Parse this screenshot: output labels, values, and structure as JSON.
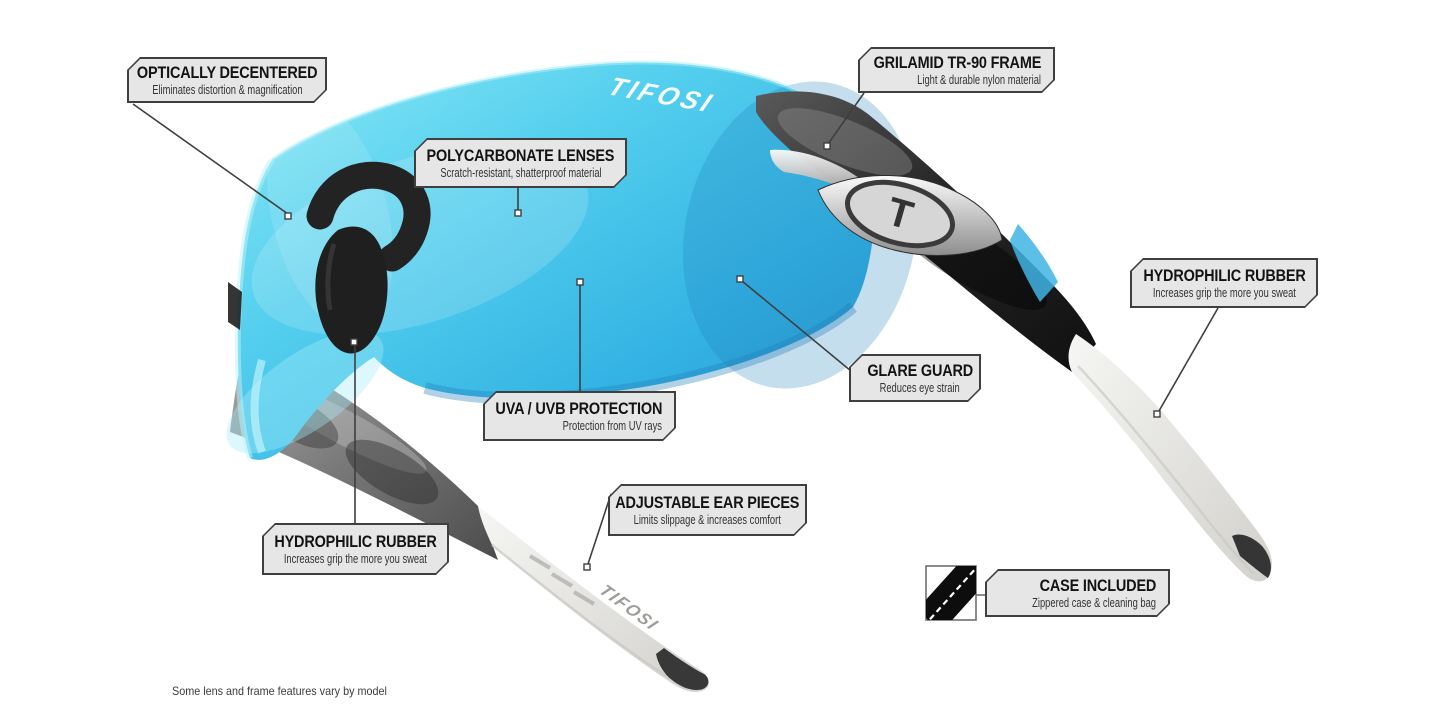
{
  "product": {
    "brand_logo_lens": "TIFOSI",
    "brand_logo_temple": "TIFOSI",
    "temple_logo_letter": "T"
  },
  "callouts": {
    "optically_decentered": {
      "title": "OPTICALLY DECENTERED",
      "subtitle": "Eliminates distortion & magnification"
    },
    "polycarbonate_lenses": {
      "title": "POLYCARBONATE LENSES",
      "subtitle": "Scratch-resistant, shatterproof material"
    },
    "grilamid_frame": {
      "title": "GRILAMID TR-90 FRAME",
      "subtitle": "Light & durable nylon material"
    },
    "hydrophilic_rubber_right": {
      "title": "HYDROPHILIC RUBBER",
      "subtitle": "Increases grip the more you sweat"
    },
    "glare_guard": {
      "title": "GLARE GUARD",
      "subtitle": "Reduces eye strain"
    },
    "uva_uvb_protection": {
      "title": "UVA / UVB PROTECTION",
      "subtitle": "Protection from UV rays"
    },
    "adjustable_ear_pieces": {
      "title": "ADJUSTABLE EAR PIECES",
      "subtitle": "Limits slippage & increases comfort"
    },
    "hydrophilic_rubber_left": {
      "title": "HYDROPHILIC RUBBER",
      "subtitle": "Increases grip the more you sweat"
    },
    "case_included": {
      "title": "CASE INCLUDED",
      "subtitle": "Zippered case & cleaning bag"
    }
  },
  "footnote": "Some lens and frame features vary by model",
  "colors": {
    "lens_light": "#8CE9F6",
    "lens_mid": "#35B5E3",
    "lens_deep": "#2B92CC",
    "frame_dark": "#262626",
    "sleeve": "#e9e8e4",
    "callout_border": "#3f3f3f"
  }
}
